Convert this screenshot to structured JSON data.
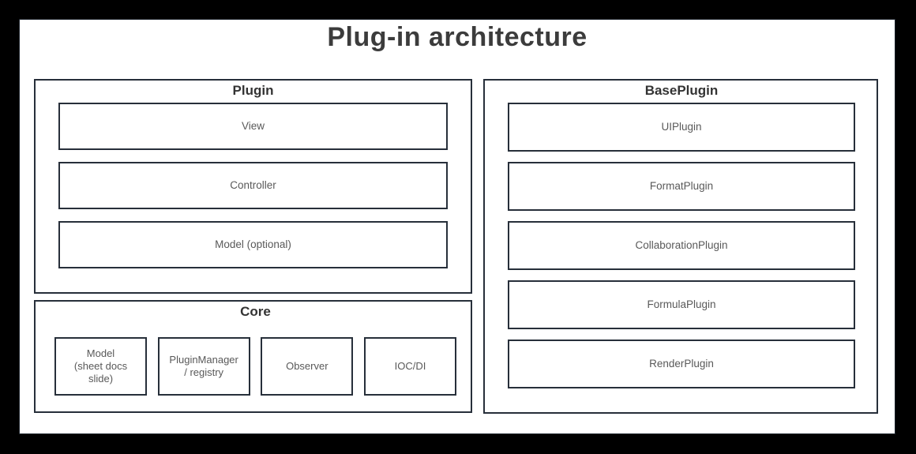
{
  "title": "Plug-in architecture",
  "colors": {
    "background": "#000000",
    "page": "#ffffff",
    "border": "#272f3a",
    "title_text": "#3c3c3c",
    "header_text": "#333333",
    "label_text": "#595959"
  },
  "containers": {
    "plugin": {
      "label": "Plugin",
      "items": [
        "View",
        "Controller",
        "Model (optional)"
      ]
    },
    "core": {
      "label": "Core",
      "items": [
        "Model\n(sheet docs\nslide)",
        "PluginManager\n/ registry",
        "Observer",
        "IOC/DI"
      ]
    },
    "base_plugin": {
      "label": "BasePlugin",
      "items": [
        "UIPlugin",
        "FormatPlugin",
        "CollaborationPlugin",
        "FormulaPlugin",
        "RenderPlugin"
      ]
    }
  }
}
